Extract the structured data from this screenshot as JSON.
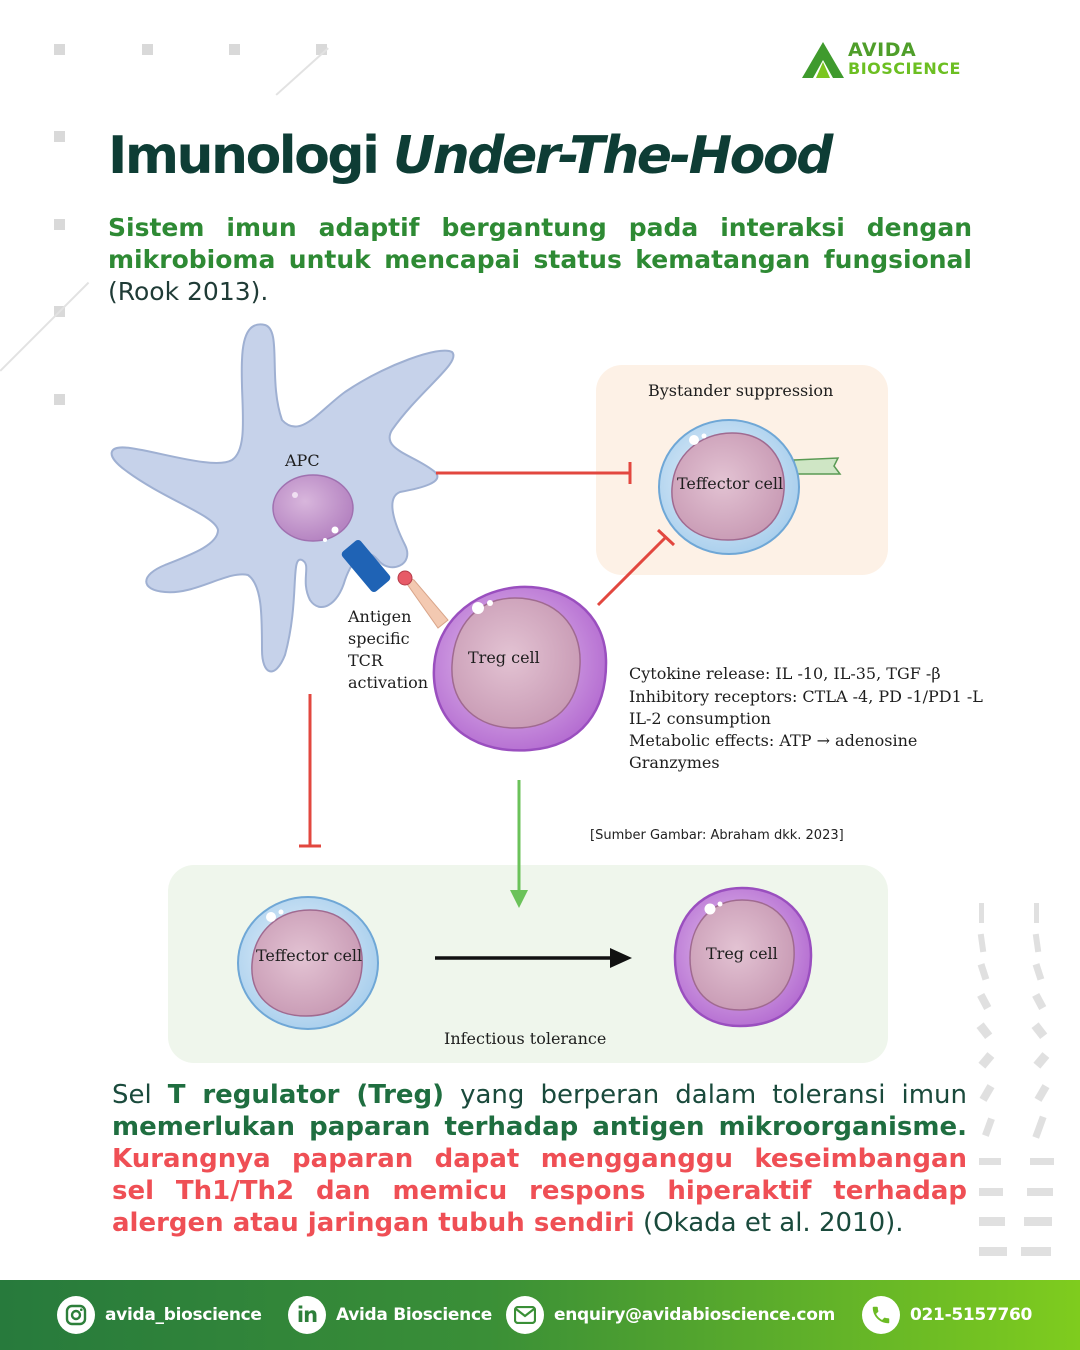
{
  "brand": {
    "line1": "AVIDA",
    "line2": "BIOSCIENCE"
  },
  "title": {
    "main": "Imunologi ",
    "italic": "Under-The-Hood"
  },
  "intro": {
    "bold": "Sistem imun adaptif bergantung pada interaksi dengan mikrobioma untuk mencapai status kematangan fungsional",
    "citation": " (Rook 2013)."
  },
  "diagram": {
    "apc_label": "APC",
    "tcr_label": [
      "Antigen",
      "specific",
      "TCR",
      "activation"
    ],
    "bystander_label": "Bystander   suppression",
    "teffector_label": "Teffector  cell",
    "treg_label": "Treg  cell",
    "mechanisms": [
      "Cytokine release: IL   -10, IL-35, TGF -β",
      "Inhibitory receptors: CTLA   -4, PD -1/PD1 -L",
      "IL-2 consumption",
      "Metabolic effects: ATP     → adenosine",
      "Granzymes"
    ],
    "infectious_label": "Infectious tolerance",
    "bottom_teffector_label": "Teffector  cell",
    "bottom_treg_label": "Treg  cell"
  },
  "credit": "[Sumber Gambar: Abraham dkk. 2023]",
  "bottom": {
    "p1": "Sel ",
    "p2": "T regulator (Treg)",
    "p3": " yang berperan dalam toleransi imun ",
    "p4": "memerlukan paparan terhadap antigen mikroorganisme.",
    "p5": " Kurangnya paparan dapat mengganggu keseimbangan sel Th1/Th2 dan memicu respons hiperaktif terhadap alergen atau jaringan tubuh sendiri",
    "p6": " (Okada et al. 2010)."
  },
  "footer": {
    "instagram": "avida_bioscience",
    "linkedin": "Avida Bioscience",
    "email": "enquiry@avidabioscience.com",
    "phone": "021-5157760"
  },
  "colors": {
    "dark_green": "#0e3d35",
    "green": "#2e8a34",
    "red": "#ef4f55",
    "apc_fill": "#c6d2ea",
    "treg_purple": "#c68ad6",
    "teffector_blue": "#bcd9ef"
  }
}
